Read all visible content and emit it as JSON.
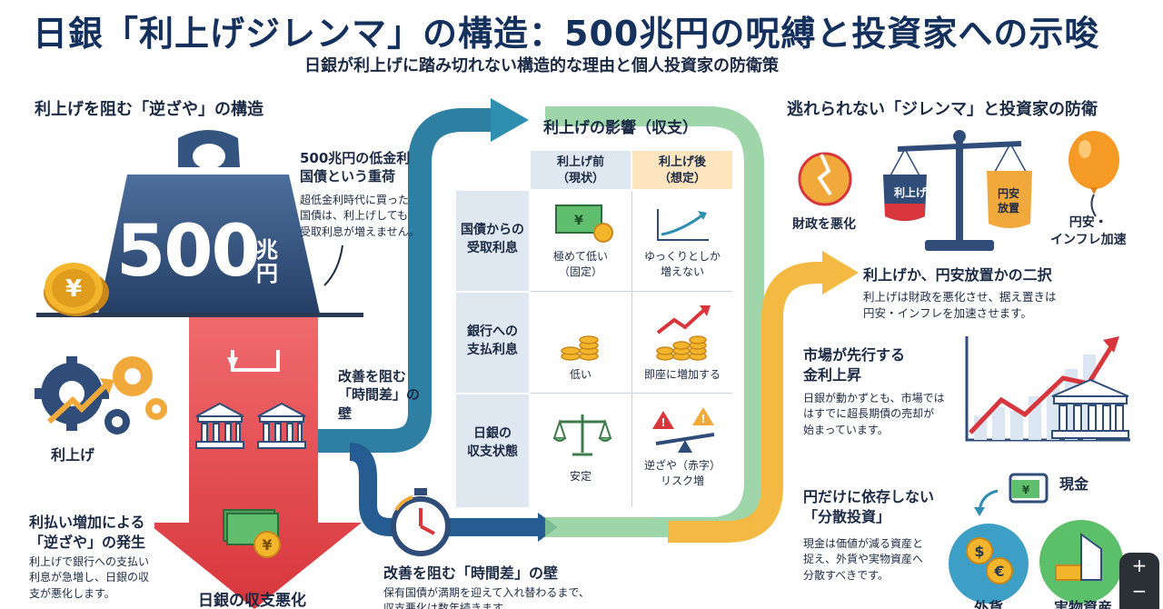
{
  "header": {
    "title": "日銀「利上げジレンマ」の構造：500兆円の呪縛と投資家への示唆",
    "subtitle": "日銀が利上げに踏み切れない構造的な理由と個人投資家の防衛策"
  },
  "left": {
    "section_title": "利上げを阻む「逆ざや」の構造",
    "weight_number": "500",
    "weight_unit_1": "兆",
    "weight_unit_2": "円",
    "burden_heading_1": "500兆円の低金利",
    "burden_heading_2": "国債という重荷",
    "burden_text_1": "超低金利時代に買った",
    "burden_text_2": "国債は、利上げしても",
    "burden_text_3": "受取利息が増えません。",
    "rate_hike_label": "利上げ",
    "spread_heading_1": "利払い増加による",
    "spread_heading_2": "「逆ざや」の発生",
    "spread_text_1": "利上げで銀行への支払い",
    "spread_text_2": "利息が急増し、日銀の収",
    "spread_text_3": "支が悪化します。",
    "boj_worse_label": "日銀の収支悪化",
    "time_gap_1": "改善を阻む",
    "time_gap_2": "「時間差」の",
    "time_gap_3": "壁"
  },
  "bottom_center": {
    "heading": "改善を阻む「時間差」の壁",
    "text_1": "保有国債が満期を迎えて入れ替わるまで、",
    "text_2": "収支悪化は数年続きます。"
  },
  "table": {
    "title": "利上げの影響（収支）",
    "col_before_1": "利上げ前",
    "col_before_2": "（現状）",
    "col_after_1": "利上げ後",
    "col_after_2": "（想定）",
    "rows": [
      {
        "label_1": "国債からの",
        "label_2": "受取利息",
        "before_1": "極めて低い",
        "before_2": "（固定）",
        "after_1": "ゆっくりとしか",
        "after_2": "増えない"
      },
      {
        "label_1": "銀行への",
        "label_2": "支払利息",
        "before_1": "低い",
        "before_2": "",
        "after_1": "即座に増加する",
        "after_2": ""
      },
      {
        "label_1": "日銀の",
        "label_2": "収支状態",
        "before_1": "安定",
        "before_2": "",
        "after_1": "逆ざや（赤字）",
        "after_2": "リスク増"
      }
    ]
  },
  "right": {
    "section_title": "逃れられない「ジレンマ」と投資家の防衛",
    "scale_left": "利上げ",
    "scale_right_1": "円安",
    "scale_right_2": "放置",
    "fiscal_label": "財政を悪化",
    "yen_weak_1": "円安・",
    "yen_weak_2": "インフレ加速",
    "choice_heading": "利上げか、円安放置かの二択",
    "choice_text_1": "利上げは財政を悪化させ、据え置きは",
    "choice_text_2": "円安・インフレを加速させます。",
    "market_heading_1": "市場が先行する",
    "market_heading_2": "金利上昇",
    "market_text_1": "日銀が動かずとも、市場では",
    "market_text_2": "はすでに超長期債の売却が",
    "market_text_3": "始まっています。",
    "diversify_heading_1": "円だけに依存しない",
    "diversify_heading_2": "「分散投資」",
    "diversify_text_1": "現金は価値が減る資産と",
    "diversify_text_2": "捉え、外貨や実物資産へ",
    "diversify_text_3": "分散すべきです。",
    "cash_label": "現金",
    "forex_label": "外貨",
    "real_assets_label": "実物資産"
  },
  "colors": {
    "title": "#14305c",
    "weight": "#2f4d78",
    "red_arrow": "#e0454a",
    "teal_arrow": "#2e8fa6",
    "green_arrow": "#6db57a",
    "orange_arrow": "#f2a93b"
  }
}
